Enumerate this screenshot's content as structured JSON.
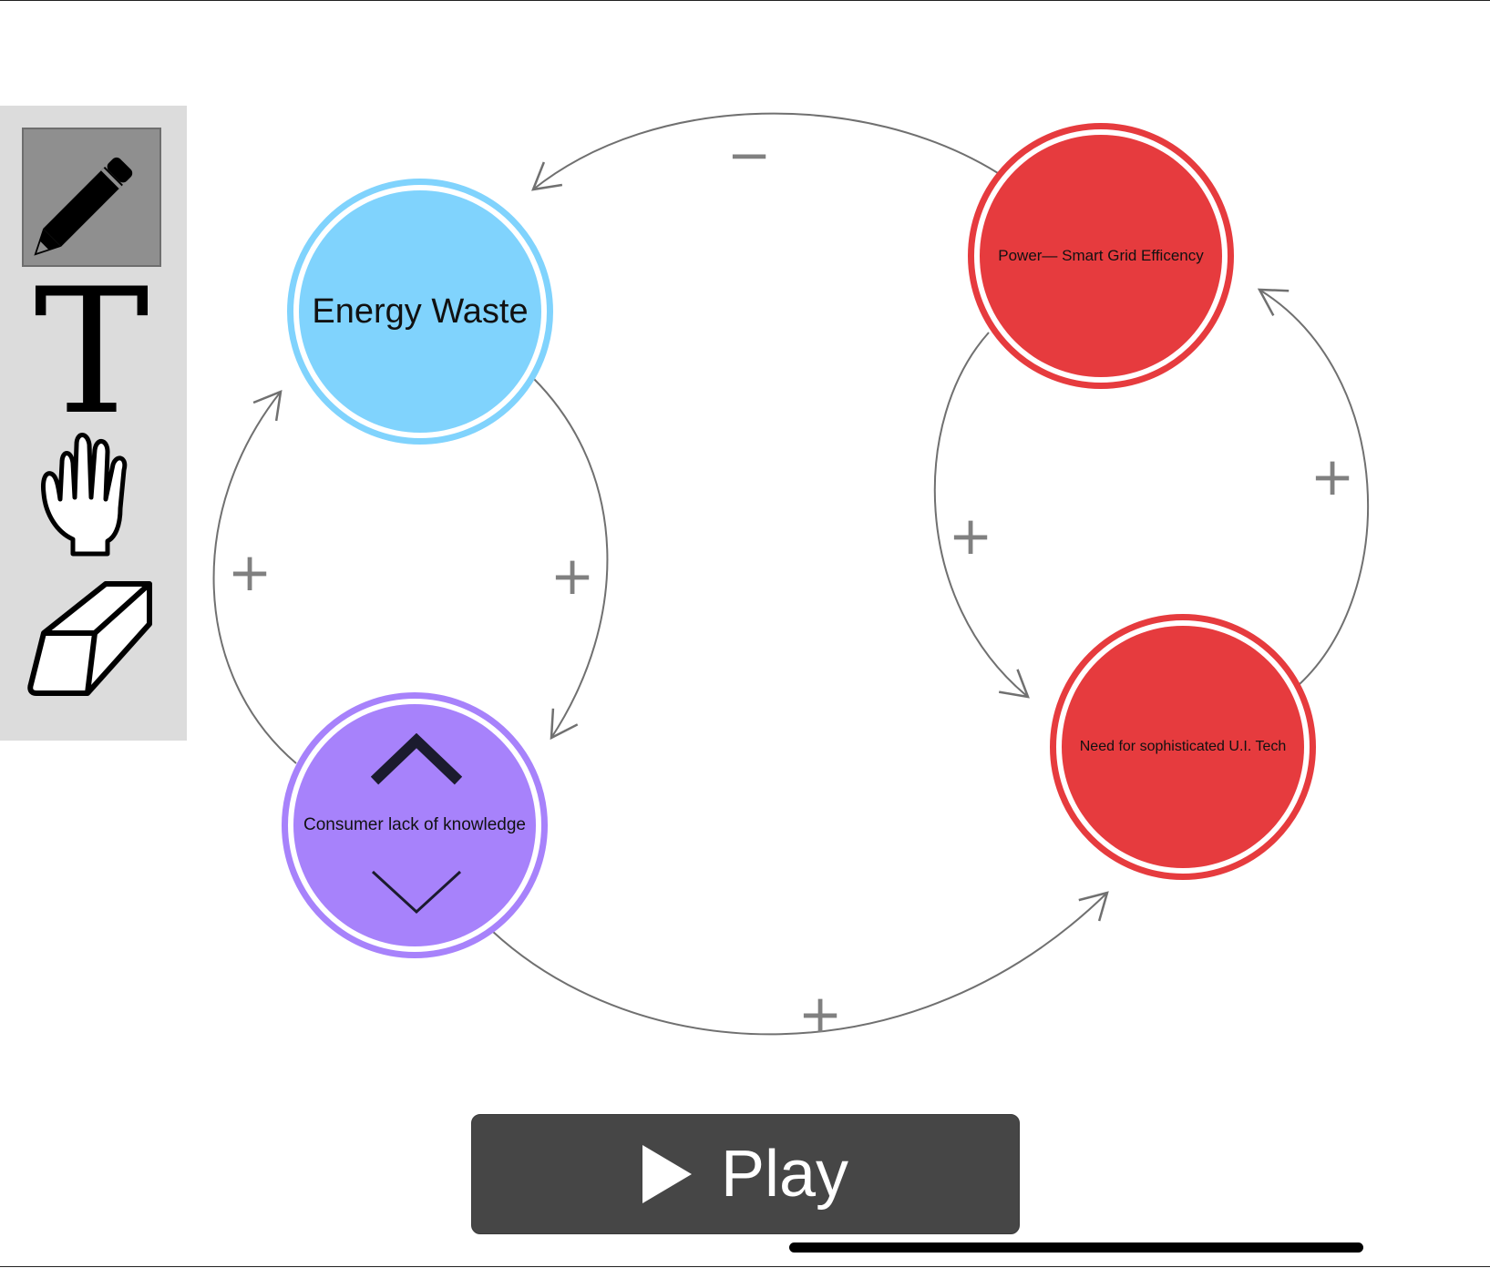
{
  "toolbar": {
    "tools": [
      {
        "name": "pencil-tool",
        "icon": "pencil-icon",
        "active": true
      },
      {
        "name": "text-tool",
        "icon": "text-icon",
        "glyph": "T",
        "active": false
      },
      {
        "name": "hand-tool",
        "icon": "hand-icon",
        "active": false
      },
      {
        "name": "eraser-tool",
        "icon": "eraser-icon",
        "active": false
      }
    ]
  },
  "nodes": {
    "energy_waste": {
      "label": "Energy Waste",
      "color": "#80d3fd"
    },
    "consumer": {
      "label": "Consumer lack of knowledge",
      "color": "#a782fb",
      "up_icon": "chevron-up-icon",
      "down_icon": "chevron-down-icon"
    },
    "power": {
      "label": "Power—  Smart Grid Efficency",
      "color": "#e63b3e"
    },
    "need": {
      "label": "Need for sophisticated U.I. Tech",
      "color": "#e63b3e"
    }
  },
  "links": {
    "power_to_energy": "−",
    "energy_to_consumer": "+",
    "consumer_to_energy": "+",
    "power_to_need": "+",
    "need_to_power": "+",
    "consumer_to_need": "+"
  },
  "play_button": {
    "label": "Play",
    "icon": "play-icon"
  },
  "colors": {
    "arc": "#707070",
    "polarity": "#808080",
    "toolbar_bg": "#dcdcdc",
    "button_bg": "#464646"
  }
}
